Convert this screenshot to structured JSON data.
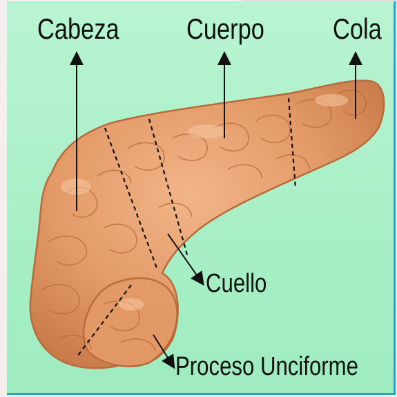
{
  "labels": {
    "head": "Cabeza",
    "body": "Cuerpo",
    "tail": "Cola",
    "neck": "Cuello",
    "uncinate": "Proceso Unciforme"
  },
  "colors": {
    "background": "#a9efc6",
    "organ": "#e8a06e",
    "organ_shadow": "#b86a3c",
    "border": "#2fa0c8"
  }
}
